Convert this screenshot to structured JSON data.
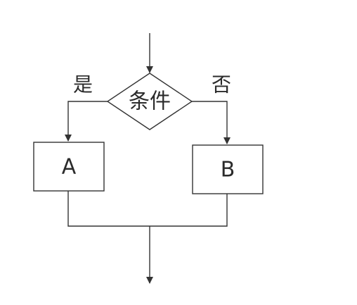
{
  "flowchart": {
    "decision": {
      "label": "条件"
    },
    "yes_label": "是",
    "no_label": "否",
    "box_a": {
      "label": "A"
    },
    "box_b": {
      "label": "B"
    },
    "colors": {
      "stroke": "#333333",
      "text": "#2b2b2b",
      "background": "#ffffff"
    }
  }
}
